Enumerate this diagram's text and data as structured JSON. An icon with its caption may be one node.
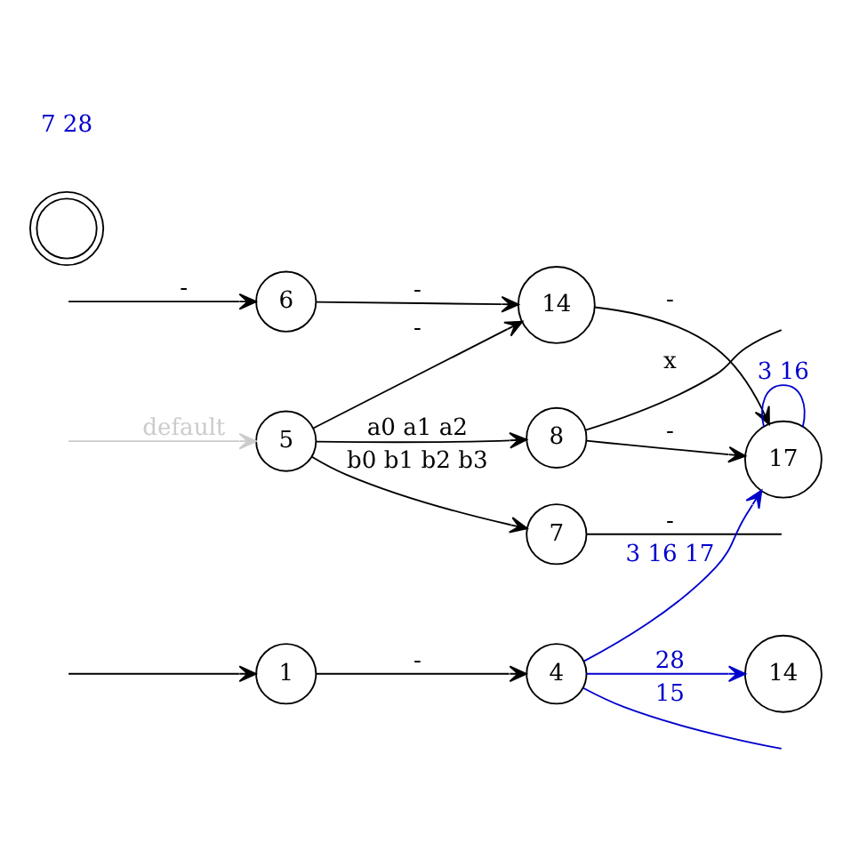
{
  "diagram": {
    "nodes": [
      {
        "text": [
          "5"
        ]
      },
      {
        "text": [
          "7"
        ]
      },
      {
        "text": [
          "8"
        ]
      },
      {
        "text": [
          "6"
        ]
      },
      {
        "text": [
          "14"
        ]
      },
      {
        "text": [
          "17"
        ]
      },
      {
        "text": [
          "1"
        ]
      },
      {
        "text": [
          "4"
        ]
      },
      {
        "text": [
          "14"
        ]
      },
      {
        "text": [],
        "shape": "circle"
      }
    ],
    "edges": [
      {
        "from": null,
        "to": 0,
        "arrow": "to",
        "label": "default",
        "color": "#cccccc"
      },
      {
        "from": null,
        "to": 3,
        "arrow": "to",
        "label": "-"
      },
      {
        "from": 0,
        "to": 1,
        "arrow": "to",
        "label": "b0 b1 b2 b3"
      },
      {
        "from": 0,
        "to": 2,
        "arrow": "to",
        "label": "a0 a1 a2"
      },
      {
        "from": 0,
        "to": 4,
        "arrow": "to",
        "label": "-"
      },
      {
        "from": 3,
        "to": 4,
        "arrow": "to",
        "label": "-"
      },
      {
        "from": 1,
        "to": null,
        "arrow": "none",
        "label": "-"
      },
      {
        "from": 2,
        "to": null,
        "arrow": "none",
        "label": "x"
      },
      {
        "from": 2,
        "to": 5,
        "arrow": "to",
        "label": "-"
      },
      {
        "from": 4,
        "to": 5,
        "arrow": "to",
        "label": "-"
      },
      {
        "from": 5,
        "to": 5,
        "arrow": "none",
        "label": "3 16",
        "color": "#0000cc"
      },
      {
        "from": null,
        "to": 6,
        "arrow": "to"
      },
      {
        "from": 6,
        "to": 7,
        "arrow": "to",
        "label": "-"
      },
      {
        "from": 7,
        "to": 5,
        "arrow": "to",
        "label": "3 16 17",
        "color": "#0000cc"
      },
      {
        "from": 7,
        "to": 8,
        "arrow": "to",
        "label": "28",
        "color": "#0000cc"
      },
      {
        "from": 7,
        "to": null,
        "arrow": "none",
        "label": "15",
        "color": "#0000cc"
      }
    ],
    "labels": [
      "7 28"
    ]
  }
}
